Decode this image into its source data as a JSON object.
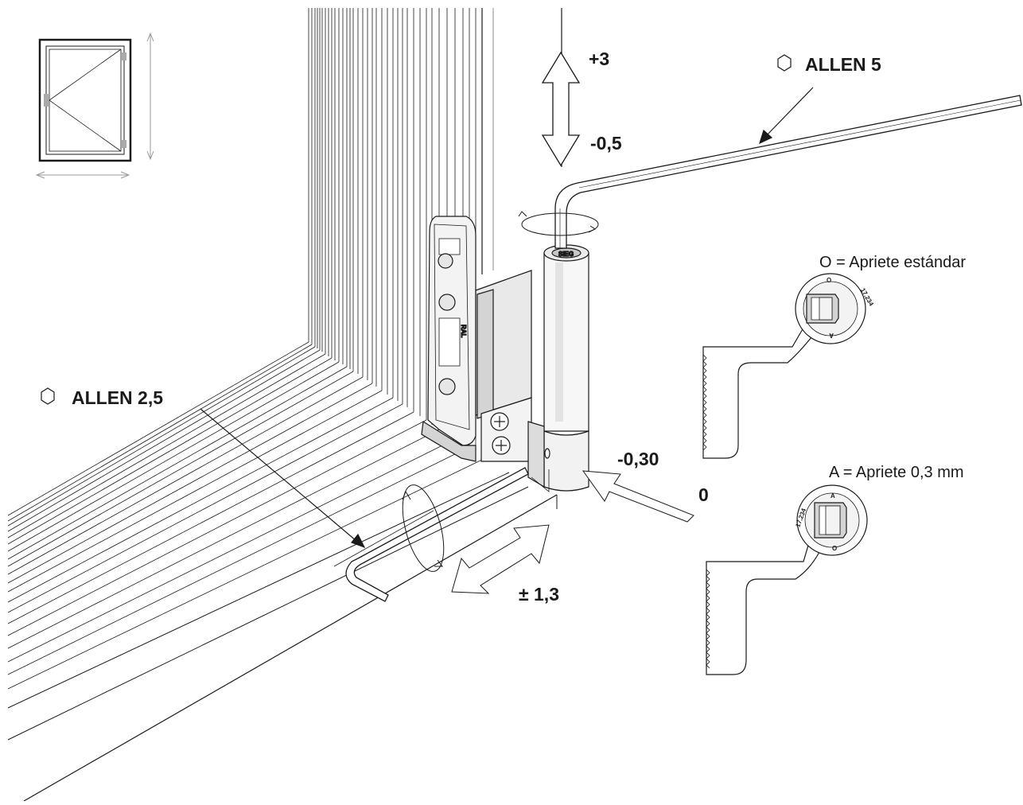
{
  "labels": {
    "allen_5": "ALLEN 5",
    "allen_2_5": "ALLEN 2,5",
    "plus_3": "+3",
    "minus_0_5": "-0,5",
    "minus_0_30": "-0,30",
    "zero": "0",
    "plus_minus_1_3": "± 1,3",
    "standard_tightening": "O = Apriete estándar",
    "tightening_0_3": "A = Apriete 0,3 mm"
  },
  "cam_markings": {
    "o": "O",
    "a": "A",
    "code": "17.234"
  },
  "hinge_marking": "SIEG",
  "icons": {
    "hex_key_symbol": "hexagon-icon"
  },
  "colors": {
    "line": "#1a1a1a",
    "grey_fill": "#d4d4d4",
    "light_fill": "#f3f3f3",
    "arrow_fill": "#ffffff"
  }
}
